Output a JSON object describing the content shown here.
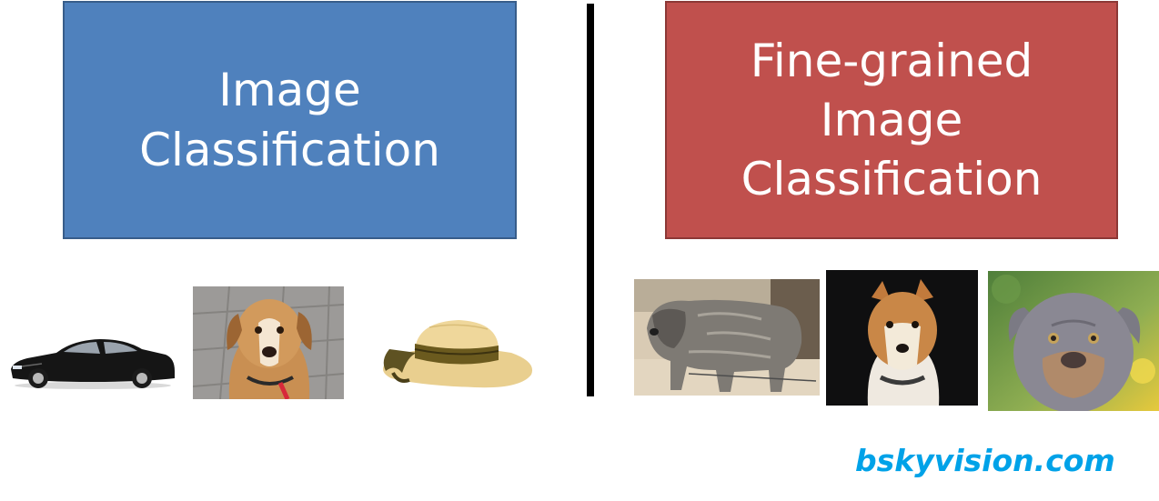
{
  "left_panel": {
    "title_lines": [
      "Image",
      "Classification"
    ],
    "box_color": "#4f81bd"
  },
  "right_panel": {
    "title_lines": [
      "Fine-grained",
      "Image",
      "Classification"
    ],
    "box_color": "#c0504d"
  },
  "left_examples": [
    "car-photo",
    "dog-photo",
    "straw-hat-photo"
  ],
  "right_examples": [
    "shaggy-dog-photo",
    "shiba-dog-photo",
    "bulldog-puppy-photo"
  ],
  "watermark": "bskyvision.com",
  "colors": {
    "divider": "#000000",
    "watermark": "#00a2e8"
  }
}
